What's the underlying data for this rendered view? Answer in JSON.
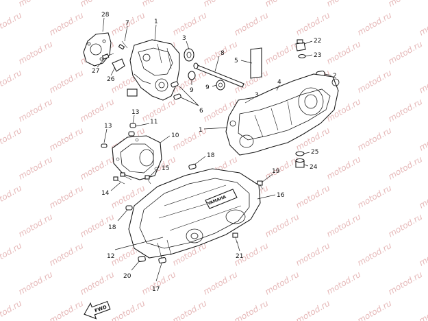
{
  "watermark": {
    "text": "motod.ru",
    "color": "#e6b9b9"
  },
  "arrow_label": "FWD",
  "cover_badge": "YAMAHA",
  "callouts": [
    "28",
    "7",
    "1",
    "3",
    "8",
    "5",
    "22",
    "23",
    "2",
    "27",
    "26",
    "9",
    "9",
    "3",
    "4",
    "6",
    "1",
    "13",
    "11",
    "13",
    "10",
    "18",
    "25",
    "24",
    "15",
    "19",
    "14",
    "16",
    "18",
    "12",
    "21",
    "20",
    "17"
  ]
}
